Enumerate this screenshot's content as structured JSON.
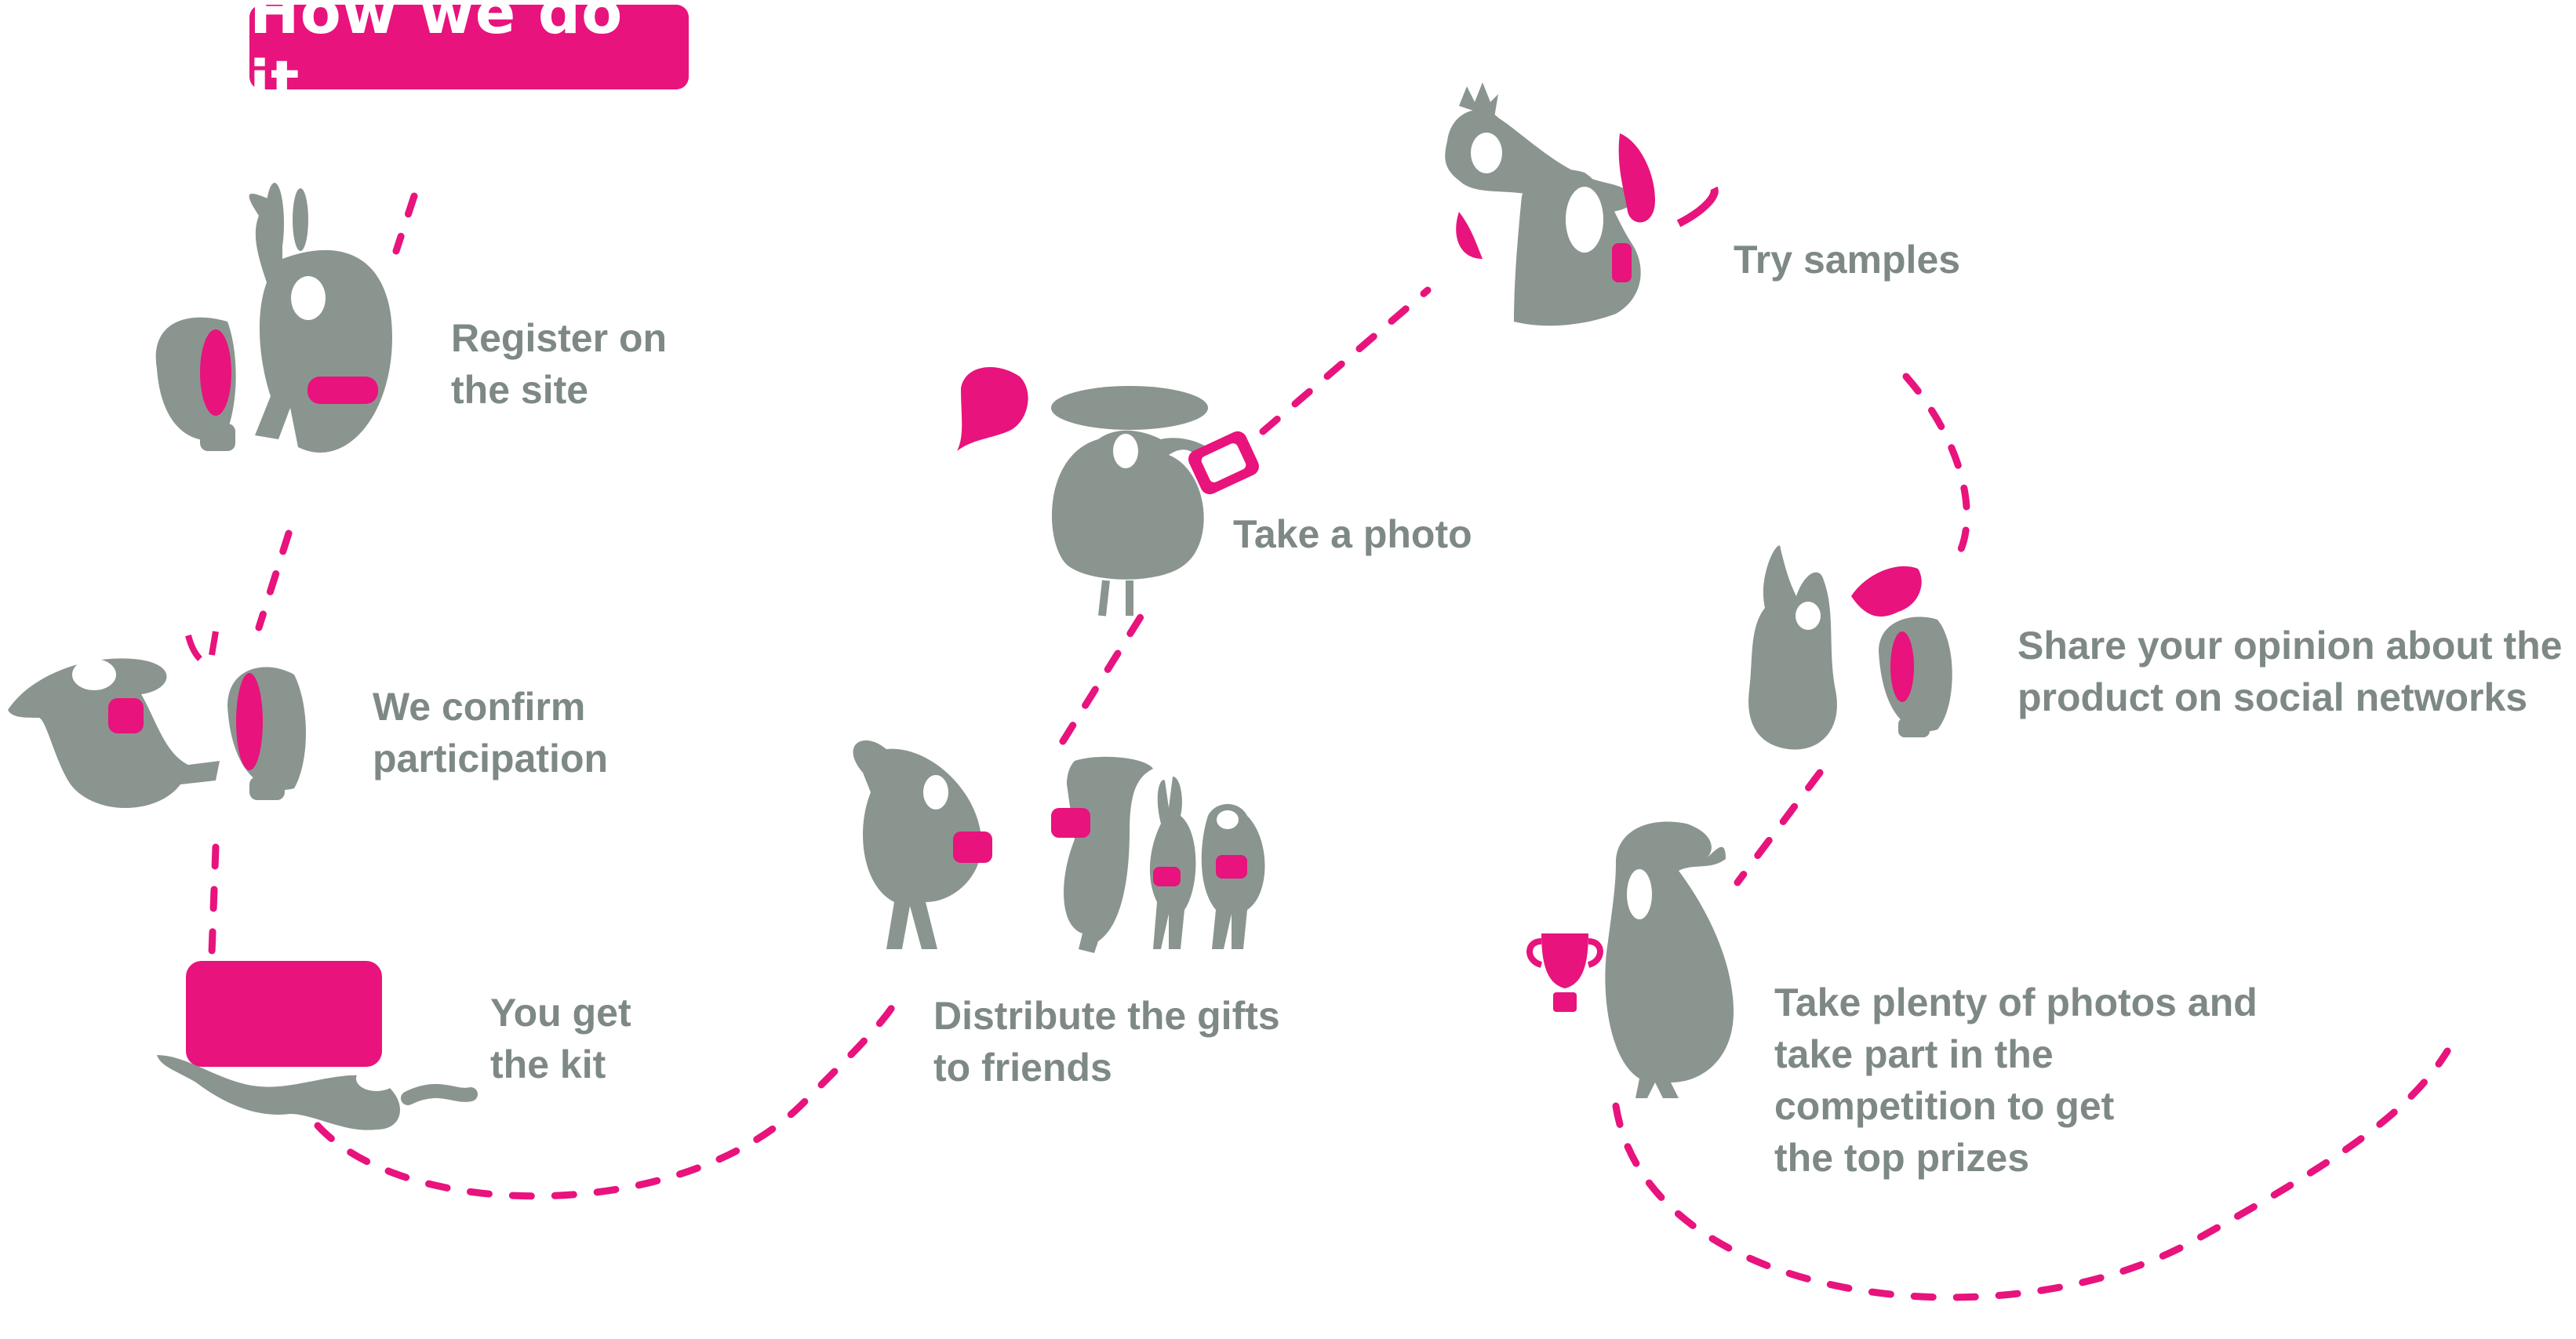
{
  "title": "How we do it",
  "colors": {
    "accent": "#e8137c",
    "figure": "#8b9590",
    "text": "#7e8985",
    "background": "#ffffff"
  },
  "steps": [
    {
      "lines": [
        "Register on",
        "the site"
      ],
      "icon": "creature-with-phone-icon"
    },
    {
      "lines": [
        "We confirm",
        "participation"
      ],
      "icon": "creature-lying-with-phone-icon"
    },
    {
      "lines": [
        "You get",
        "the kit"
      ],
      "icon": "creature-carrying-box-icon"
    },
    {
      "lines": [
        "Distribute the gifts",
        "to friends"
      ],
      "icon": "creatures-sharing-gifts-icon"
    },
    {
      "lines": [
        "Take a photo"
      ],
      "icon": "creature-with-camera-icon"
    },
    {
      "lines": [
        "Try samples"
      ],
      "icon": "creatures-trying-samples-icon"
    },
    {
      "lines": [
        "Share your opinion about the",
        "product on social networks"
      ],
      "icon": "creature-with-speech-bubble-icon"
    },
    {
      "lines": [
        "Take plenty of photos and",
        "take part in the",
        "competition to get",
        "the top prizes"
      ],
      "icon": "creature-with-trophy-icon"
    }
  ]
}
